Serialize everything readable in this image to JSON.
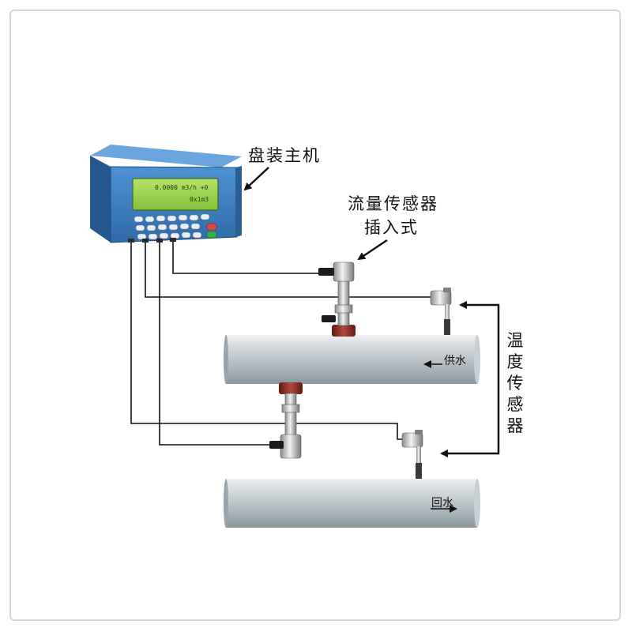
{
  "labels": {
    "main_unit": "盘装主机",
    "flow_sensor_line1": "流量传感器",
    "flow_sensor_line2": "插入式",
    "temp_sensor": "温度传感器",
    "supply_water": "供水",
    "return_water": "回水"
  },
  "display": {
    "line1": "0.0000 m3/h +0",
    "line2": "0x1m3"
  },
  "colors": {
    "unit_body": "#3a7fc4",
    "lcd_screen": "#9ed24a",
    "pipe": "#b9c3ca",
    "flange": "#8e2a1f",
    "wire": "#111111"
  }
}
